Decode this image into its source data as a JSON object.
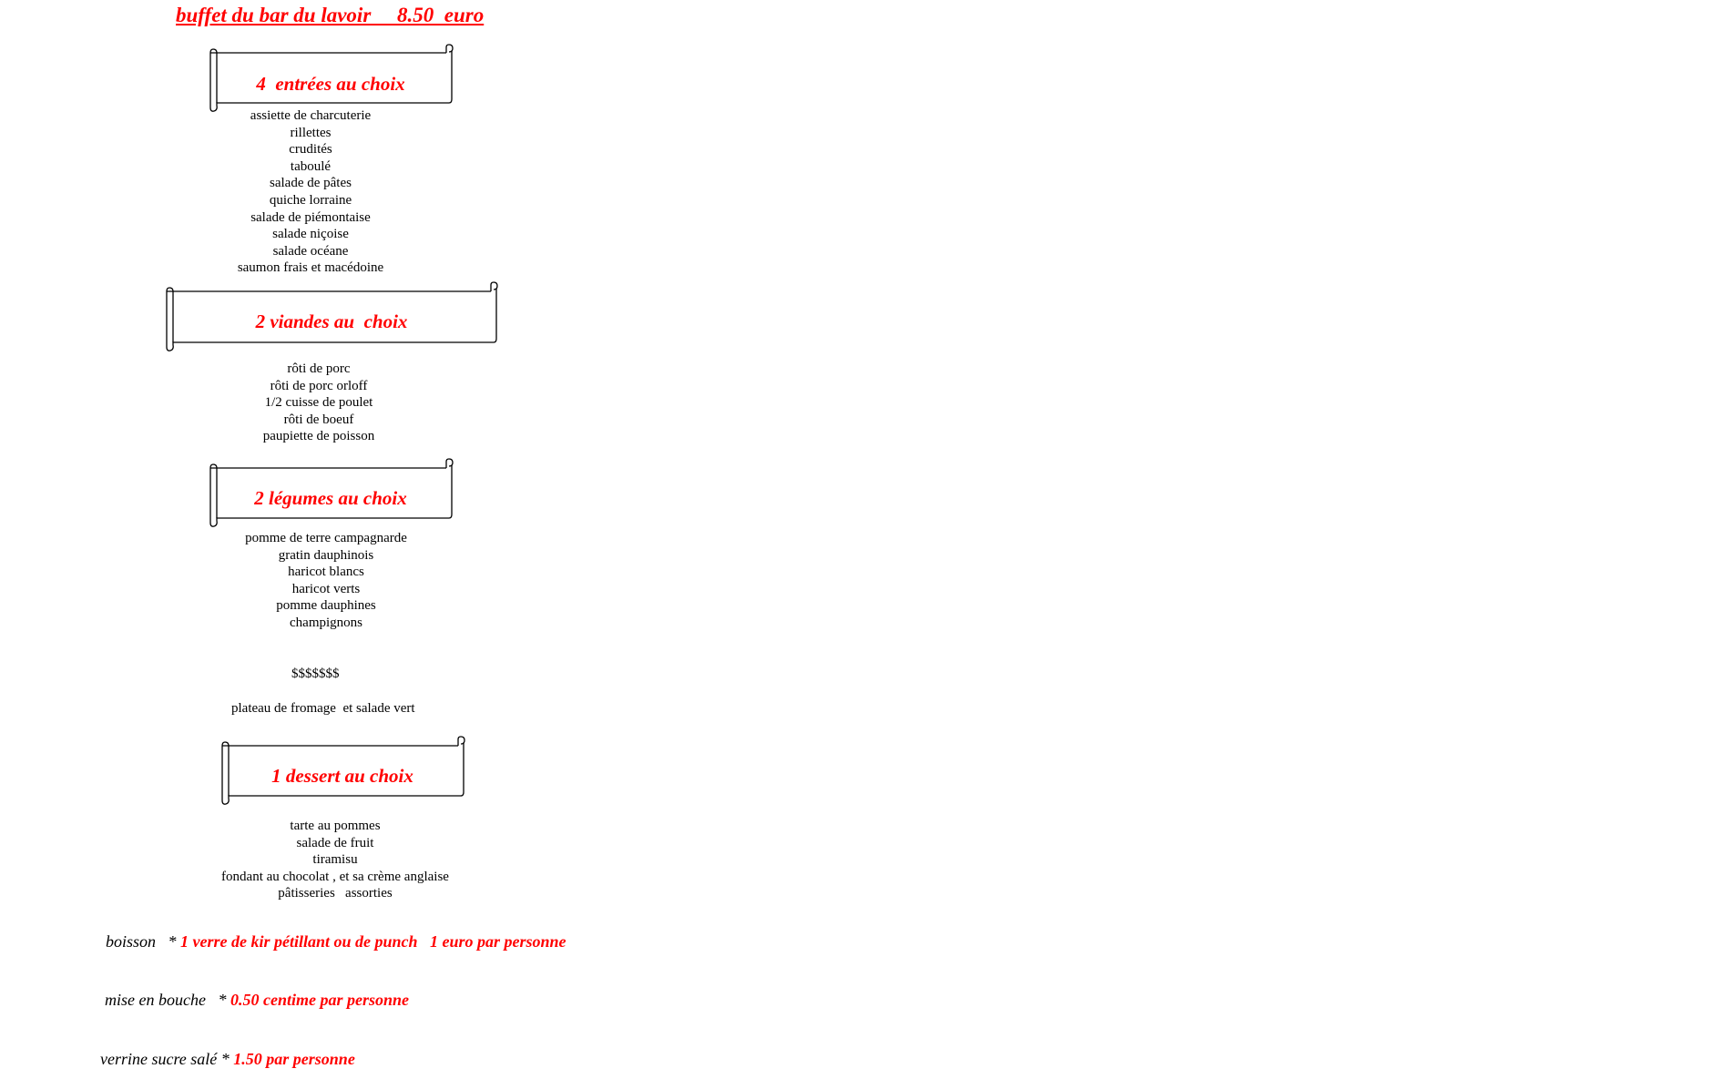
{
  "title": "buffet du bar du lavoir     8.50  euro",
  "sections": [
    {
      "banner": "4  entrées au choix",
      "items": [
        "assiette de charcuterie",
        "rillettes",
        "crudités",
        "taboulé",
        "salade de pâtes",
        "quiche lorraine",
        "salade de piémontaise",
        "salade niçoise",
        "salade océane",
        "saumon frais et macédoine"
      ]
    },
    {
      "banner": "2 viandes au  choix",
      "items": [
        "rôti de porc",
        "rôti de porc orloff",
        "1/2 cuisse de poulet",
        "rôti de boeuf",
        "paupiette de poisson"
      ]
    },
    {
      "banner": "2 légumes au choix",
      "items": [
        "pomme de terre campagnarde",
        "gratin dauphinois",
        "haricot blancs",
        "haricot verts",
        "pomme dauphines",
        "champignons"
      ]
    },
    {
      "banner": "1 dessert au choix",
      "items": [
        "tarte au pommes",
        "salade de fruit",
        "tiramisu",
        "fondant au chocolat , et sa crème anglaise",
        "pâtisseries   assorties"
      ]
    }
  ],
  "separator": "$$$$$$$",
  "cheese": "plateau de fromage  et salade vert",
  "extras": [
    {
      "label": "boisson   * ",
      "value": "1 verre de kir pétillant ou de punch   1 euro par personne"
    },
    {
      "label": "mise en bouche   * ",
      "value": "0.50 centime par personne"
    },
    {
      "label": "verrine sucre salé * ",
      "value": "1.50 par personne"
    }
  ]
}
